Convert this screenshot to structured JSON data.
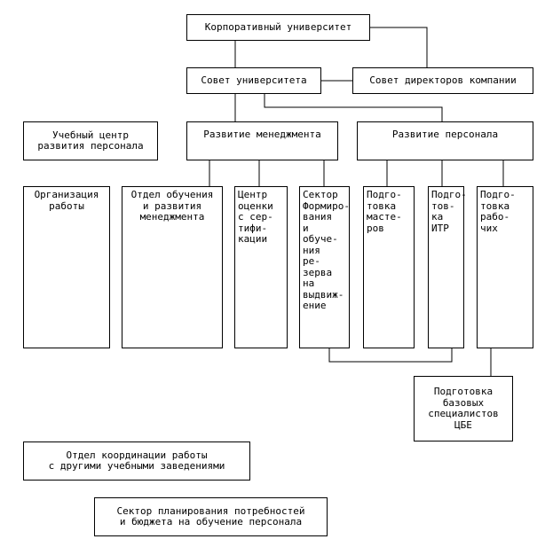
{
  "nodes": {
    "corp_university": "Корпоративный университет",
    "university_council": "Совет университета",
    "directors_council": "Совет директоров компании",
    "training_center": "Учебный центр\nразвития персонала",
    "management_development": "Развитие менеджмента",
    "personnel_development": "Развитие персонала",
    "work_organization": "Организация\nработы",
    "training_dept": "Отдел обучения\nи развития\nменеджмента",
    "assessment_center": "Центр\nоценки\nс сер-\nтифи-\nкации",
    "reserve_sector": "Сектор\nФормиро-\nвания\nи\nобуче-\nния\nре-\nзерва\nна\nвыдвиж-\nение",
    "masters_training": "Подго-\nтовка\nмасте-\nров",
    "itr_training": "Подго-\nтов-\nка\nИТР",
    "workers_training": "Подго-\nтовка\nрабо-\nчих",
    "base_specialists": "Подготовка\nбазовых\nспециалистов\nЦБЕ",
    "coordination_dept": "Отдел координации работы\nс другими учебными заведениями",
    "budget_sector": "Сектор планирования потребностей\nи бюджета на обучение персонала"
  }
}
